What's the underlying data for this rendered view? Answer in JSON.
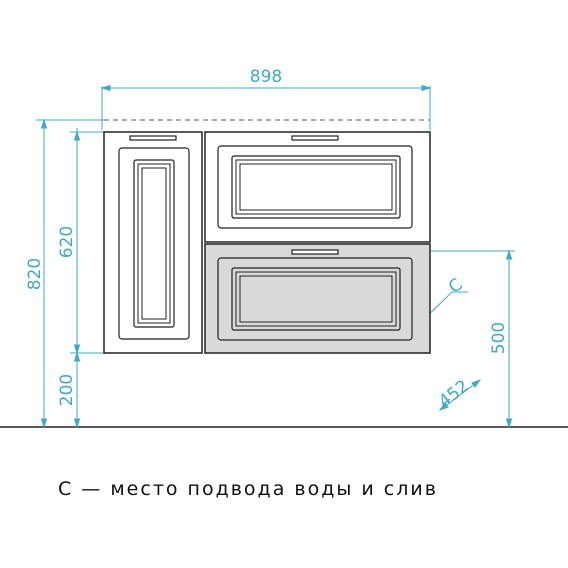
{
  "dimensions": {
    "overall_width": "898",
    "overall_height": "820",
    "body_height": "620",
    "leg_height": "200",
    "utility_height": "500",
    "depth": "452"
  },
  "labels": {
    "utility_marker": "C",
    "legend": "С — место подвода воды и слив"
  },
  "colors": {
    "dimension_line": "#3fa9c9",
    "outline": "#222222",
    "utility_zone_fill": "#d9d9d9"
  }
}
